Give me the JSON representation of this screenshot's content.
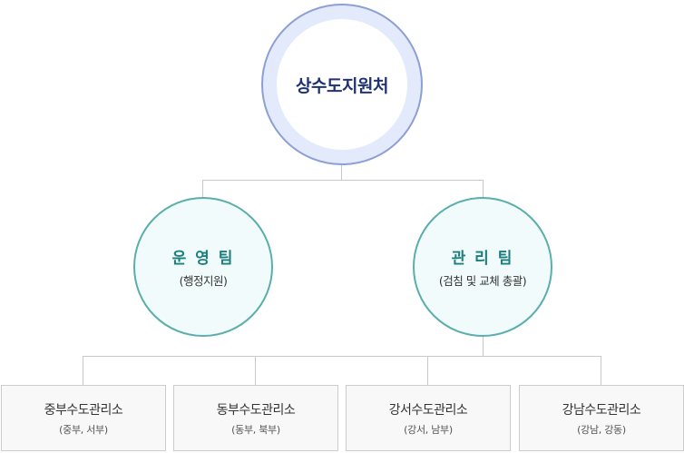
{
  "root": {
    "title": "상수도지원처"
  },
  "teams": [
    {
      "title": "운 영 팀",
      "subtitle": "(행정지원)"
    },
    {
      "title": "관 리 팀",
      "subtitle": "(검침 및 교체 총괄)"
    }
  ],
  "offices": [
    {
      "title": "중부수도관리소",
      "subtitle": "(중부, 서부)"
    },
    {
      "title": "동부수도관리소",
      "subtitle": "(동부, 북부)"
    },
    {
      "title": "강서수도관리소",
      "subtitle": "(강서, 남부)"
    },
    {
      "title": "강남수도관리소",
      "subtitle": "(강남, 강동)"
    }
  ],
  "colors": {
    "root_ring": "#e2eafc",
    "root_border": "#8d9fd3",
    "root_text": "#1f3373",
    "team_fill": "#f1fbfc",
    "team_border": "#5aaeab",
    "team_text": "#1d7f7c",
    "connector": "#c9c9c9",
    "office_fill": "#f8f8f8"
  }
}
